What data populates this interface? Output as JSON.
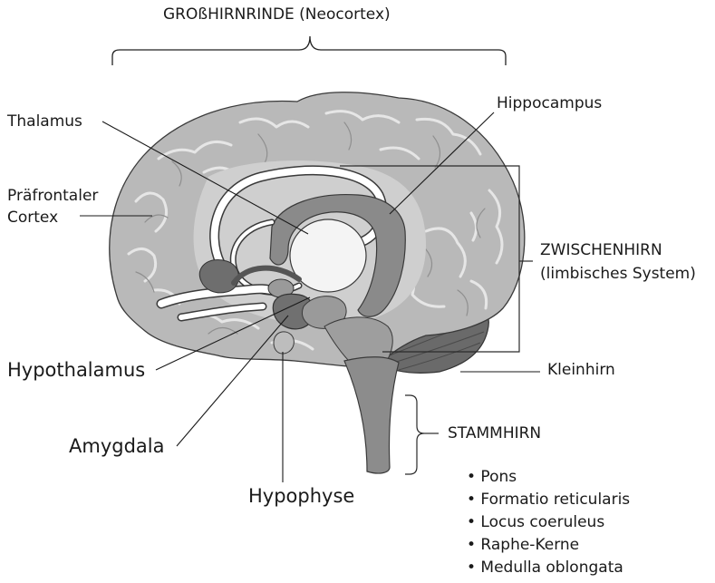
{
  "labels": {
    "neocortex": "GROßHIRNRINDE (Neocortex)",
    "thalamus": "Thalamus",
    "hippocampus": "Hippocampus",
    "praefrontal_1": "Präfrontaler",
    "praefrontal_2": "Cortex",
    "zwischenhirn_1": "ZWISCHENHIRN",
    "zwischenhirn_2": "(limbisches System)",
    "hypothalamus": "Hypothalamus",
    "kleinhirn": "Kleinhirn",
    "amygdala": "Amygdala",
    "stammhirn": "STAMMHIRN",
    "hypophyse": "Hypophyse"
  },
  "stammhirn_items": [
    "• Pons",
    "• Formatio reticularis",
    "• Locus coeruleus",
    "• Raphe-Kerne",
    "• Medulla oblongata"
  ],
  "colors": {
    "cortex": "#b9b9b9",
    "cortex_light": "#d4d4d4",
    "limbic_dark": "#8a8a8a",
    "thalamus": "#f4f4f4",
    "cerebellum": "#6a6a6a",
    "stroke": "#3a3a3a"
  }
}
